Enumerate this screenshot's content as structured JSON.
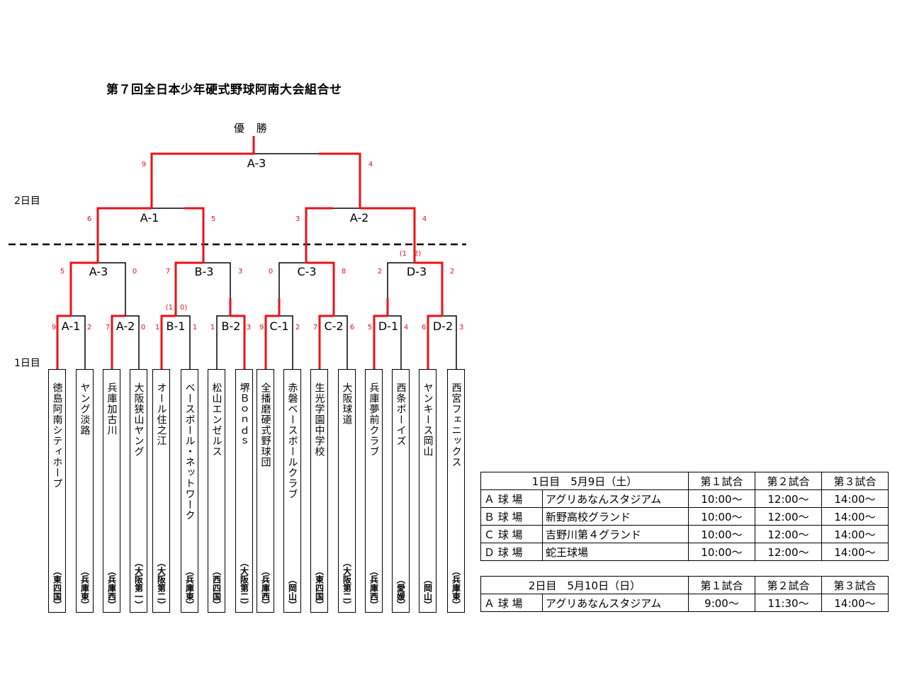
{
  "header": {
    "title": "第７回全日本少年硬式野球阿南大会組合せ",
    "champion_label": "優 勝"
  },
  "day_labels": {
    "day1": "1日目",
    "day2": "2日目"
  },
  "match_labels": {
    "final": "A-3",
    "sf_a1": "A-1",
    "sf_a2": "A-2",
    "qf_a3": "A-3",
    "qf_b3": "B-3",
    "qf_c3": "C-3",
    "qf_d3": "D-3",
    "r1_a1": "A-1",
    "r1_a2": "A-2",
    "r1_b1": "B-1",
    "r1_b2": "B-2",
    "r1_c1": "C-1",
    "r1_c2": "C-2",
    "r1_d1": "D-1",
    "r1_d2": "D-2"
  },
  "scores": {
    "final_l": "9",
    "final_r": "4",
    "sf_a1_l": "6",
    "sf_a1_r": "5",
    "sf_a2_l": "3",
    "sf_a2_r": "4",
    "qf_a3_l": "5",
    "qf_a3_r": "0",
    "qf_b3_l": "7",
    "qf_b3_r": "3",
    "qf_c3_l": "0",
    "qf_c3_r": "8",
    "qf_d3_l": "2",
    "qf_d3_r": "2",
    "qf_d3_pk": "(1　2)",
    "r1_a1_l": "9",
    "r1_a1_r": "2",
    "r1_a2_l": "7",
    "r1_a2_r": "0",
    "r1_b1_l": "1",
    "r1_b1_r": "1",
    "r1_b1_pk": "(1　0)",
    "r1_b2_l": "1",
    "r1_b2_r": "3",
    "r1_c1_l": "9",
    "r1_c1_r": "2",
    "r1_c2_l": "7",
    "r1_c2_r": "6",
    "r1_d1_l": "5",
    "r1_d1_r": "4",
    "r1_d2_l": "6",
    "r1_d2_r": "3"
  },
  "teams": [
    {
      "name": "徳島阿南シティホープ",
      "region": "（東四国）"
    },
    {
      "name": "ヤング淡路",
      "region": "（兵庫東）"
    },
    {
      "name": "兵庫加古川",
      "region": "（兵庫西）"
    },
    {
      "name": "大阪狭山ヤング",
      "region": "（大阪第一）"
    },
    {
      "name": "オール住之江",
      "region": "（大阪第二）"
    },
    {
      "name": "ベースボール・ネットワーク",
      "region": "（兵庫東）"
    },
    {
      "name": "松山エンゼルス",
      "region": "（西四国）"
    },
    {
      "name": "堺Ｂｏｎｄｓ",
      "region": "（大阪第二）"
    },
    {
      "name": "全播磨硬式野球団",
      "region": "（兵庫西）"
    },
    {
      "name": "赤磐ベースボールクラブ",
      "region": "（岡山）"
    },
    {
      "name": "生光学園中学校",
      "region": "（東四国）"
    },
    {
      "name": "大阪球道",
      "region": "（大阪第二）"
    },
    {
      "name": "兵庫夢前クラブ",
      "region": "（兵庫西）"
    },
    {
      "name": "西条ボーイズ",
      "region": "（愛媛）"
    },
    {
      "name": "ヤンキース岡山",
      "region": "（岡山）"
    },
    {
      "name": "西宮フェニックス",
      "region": "（兵庫東）"
    }
  ],
  "schedule_day1": {
    "header": {
      "day": "1日目　5月9日（土）",
      "g1": "第１試合",
      "g2": "第２試合",
      "g3": "第３試合"
    },
    "rows": [
      {
        "field": "Ａ 球 場",
        "venue": "アグリあなんスタジアム",
        "t1": "10:00～",
        "t2": "12:00～",
        "t3": "14:00～"
      },
      {
        "field": "Ｂ 球 場",
        "venue": "新野高校グランド",
        "t1": "10:00～",
        "t2": "12:00～",
        "t3": "14:00～"
      },
      {
        "field": "Ｃ 球 場",
        "venue": "吉野川第４グランド",
        "t1": "10:00～",
        "t2": "12:00～",
        "t3": "14:00～"
      },
      {
        "field": "Ｄ 球 場",
        "venue": "蛇王球場",
        "t1": "10:00～",
        "t2": "12:00～",
        "t3": "14:00～"
      }
    ]
  },
  "schedule_day2": {
    "header": {
      "day": "2日目　5月10日（日）",
      "g1": "第１試合",
      "g2": "第２試合",
      "g3": "第３試合"
    },
    "rows": [
      {
        "field": "Ａ 球 場",
        "venue": "アグリあなんスタジアム",
        "t1": "9:00～",
        "t2": "11:30～",
        "t3": "14:00～"
      }
    ]
  },
  "colors": {
    "winner_line": "#e8121a",
    "loser_line": "#000000",
    "score": "#e8121a"
  }
}
